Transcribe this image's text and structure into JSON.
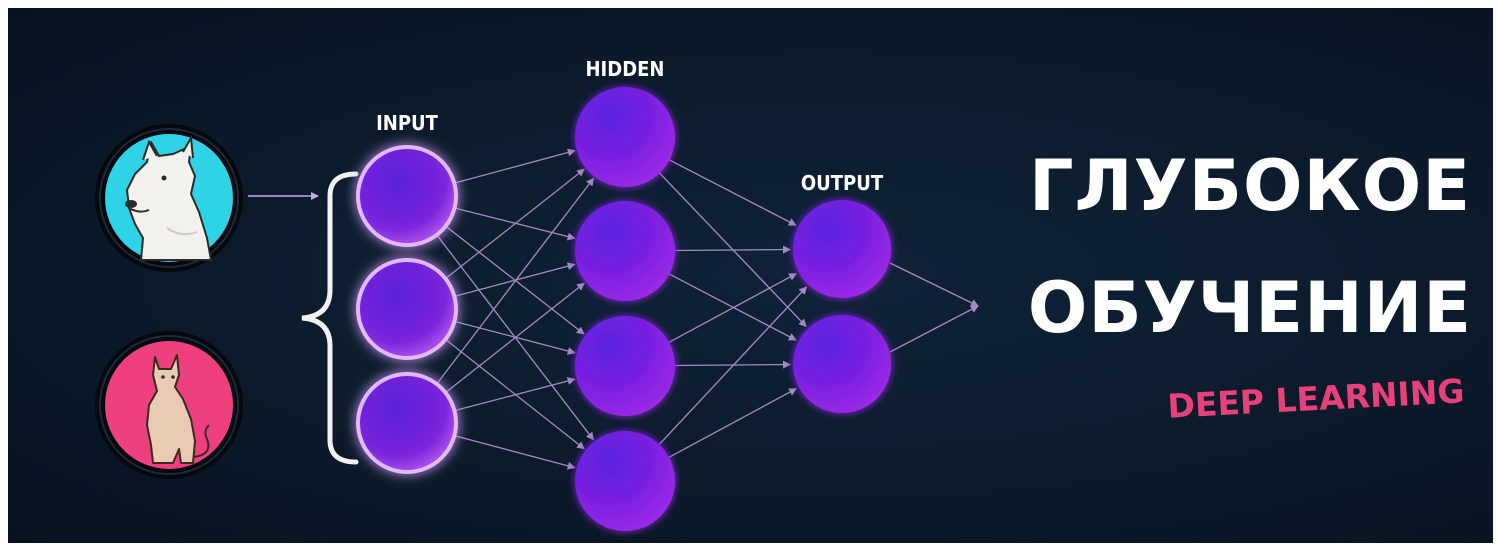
{
  "labels": {
    "input": "INPUT",
    "hidden": "HIDDEN",
    "output": "OUTPUT"
  },
  "title": {
    "line1": "ГЛУБОКОЕ",
    "line2": "ОБУЧЕНИЕ",
    "subtitle": "DEEP LEARNING"
  },
  "icons": {
    "dog": "dog-icon",
    "cat": "cat-icon"
  },
  "colors": {
    "background": "#0c1a2b",
    "node_fill": "#6a1fd8",
    "node_glow": "#e4b8ff",
    "connection": "#c9a6e8",
    "dog_circle": "#2fd3e8",
    "cat_circle": "#ee3f7e",
    "subtitle": "#e8407a",
    "title": "#ffffff"
  }
}
